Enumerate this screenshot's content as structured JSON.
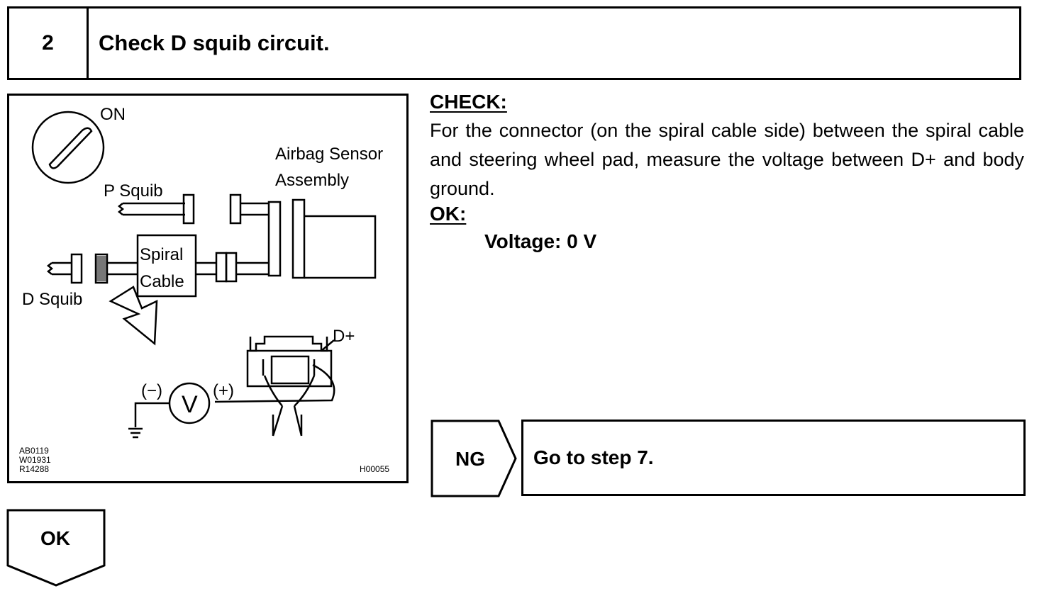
{
  "step": {
    "number": "2",
    "title": "Check D squib circuit."
  },
  "figure": {
    "ignition_state": "ON",
    "p_squib_label": "P Squib",
    "d_squib_label": "D Squib",
    "spiral_cable_label_line1": "Spiral",
    "spiral_cable_label_line2": "Cable",
    "airbag_sensor_label_line1": "Airbag Sensor",
    "airbag_sensor_label_line2": "Assembly",
    "terminal_label": "D+",
    "meter_symbol": "V",
    "meter_negative": "(−)",
    "meter_positive": "(+)",
    "ref_codes": [
      "AB0119",
      "W01931",
      "R14288"
    ],
    "figure_code": "H00055"
  },
  "check": {
    "heading": "CHECK:",
    "body": "For the connector (on the spiral cable side) between the spiral cable and steering wheel pad, measure the voltage between D+ and body ground.",
    "ok_heading": "OK:",
    "ok_value": "Voltage: 0 V"
  },
  "results": {
    "ng_label": "NG",
    "ng_action": "Go to step 7.",
    "ok_label": "OK"
  }
}
